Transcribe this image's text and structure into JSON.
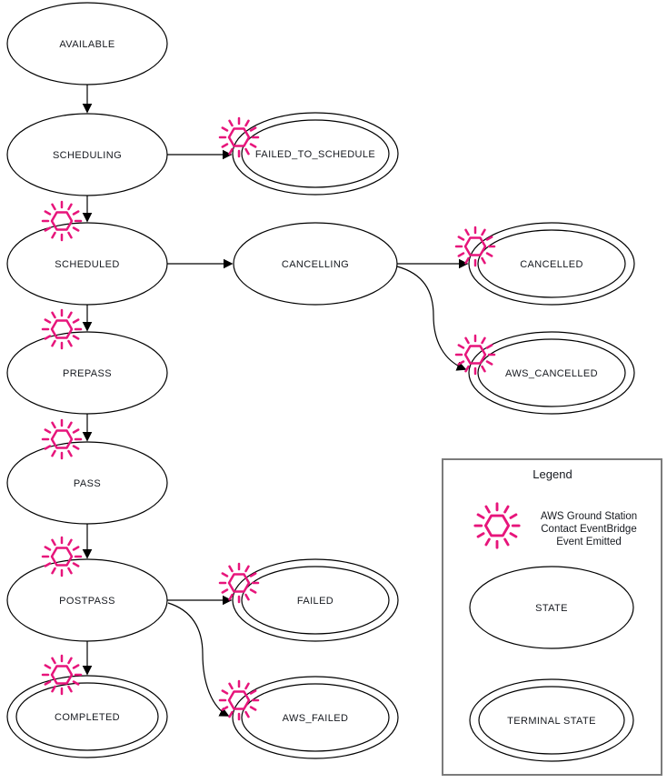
{
  "colors": {
    "accent_pink": "#E7157B",
    "line": "#000000",
    "legend_border": "#7b7b7b",
    "text": "#16191f"
  },
  "states": {
    "available": {
      "label": "AVAILABLE",
      "terminal": false,
      "event_emitted": false
    },
    "scheduling": {
      "label": "SCHEDULING",
      "terminal": false,
      "event_emitted": false
    },
    "failed_to_schedule": {
      "label": "FAILED_TO_SCHEDULE",
      "terminal": true,
      "event_emitted": true
    },
    "scheduled": {
      "label": "SCHEDULED",
      "terminal": false,
      "event_emitted": true
    },
    "cancelling": {
      "label": "CANCELLING",
      "terminal": false,
      "event_emitted": false
    },
    "cancelled": {
      "label": "CANCELLED",
      "terminal": true,
      "event_emitted": true
    },
    "aws_cancelled": {
      "label": "AWS_CANCELLED",
      "terminal": true,
      "event_emitted": true
    },
    "prepass": {
      "label": "PREPASS",
      "terminal": false,
      "event_emitted": true
    },
    "pass": {
      "label": "PASS",
      "terminal": false,
      "event_emitted": true
    },
    "postpass": {
      "label": "POSTPASS",
      "terminal": false,
      "event_emitted": true
    },
    "completed": {
      "label": "COMPLETED",
      "terminal": true,
      "event_emitted": true
    },
    "failed": {
      "label": "FAILED",
      "terminal": true,
      "event_emitted": true
    },
    "aws_failed": {
      "label": "AWS_FAILED",
      "terminal": true,
      "event_emitted": true
    }
  },
  "transitions": [
    {
      "from": "AVAILABLE",
      "to": "SCHEDULING"
    },
    {
      "from": "SCHEDULING",
      "to": "FAILED_TO_SCHEDULE"
    },
    {
      "from": "SCHEDULING",
      "to": "SCHEDULED"
    },
    {
      "from": "SCHEDULED",
      "to": "CANCELLING"
    },
    {
      "from": "SCHEDULED",
      "to": "PREPASS"
    },
    {
      "from": "CANCELLING",
      "to": "CANCELLED"
    },
    {
      "from": "CANCELLING",
      "to": "AWS_CANCELLED"
    },
    {
      "from": "PREPASS",
      "to": "PASS"
    },
    {
      "from": "PASS",
      "to": "POSTPASS"
    },
    {
      "from": "POSTPASS",
      "to": "FAILED"
    },
    {
      "from": "POSTPASS",
      "to": "COMPLETED"
    },
    {
      "from": "POSTPASS",
      "to": "AWS_FAILED"
    }
  ],
  "legend": {
    "title": "Legend",
    "event_line1": "AWS Ground Station",
    "event_line2": "Contact EventBridge",
    "event_line3": "Event Emitted",
    "state_label": "STATE",
    "terminal_state_label": "TERMINAL STATE"
  }
}
